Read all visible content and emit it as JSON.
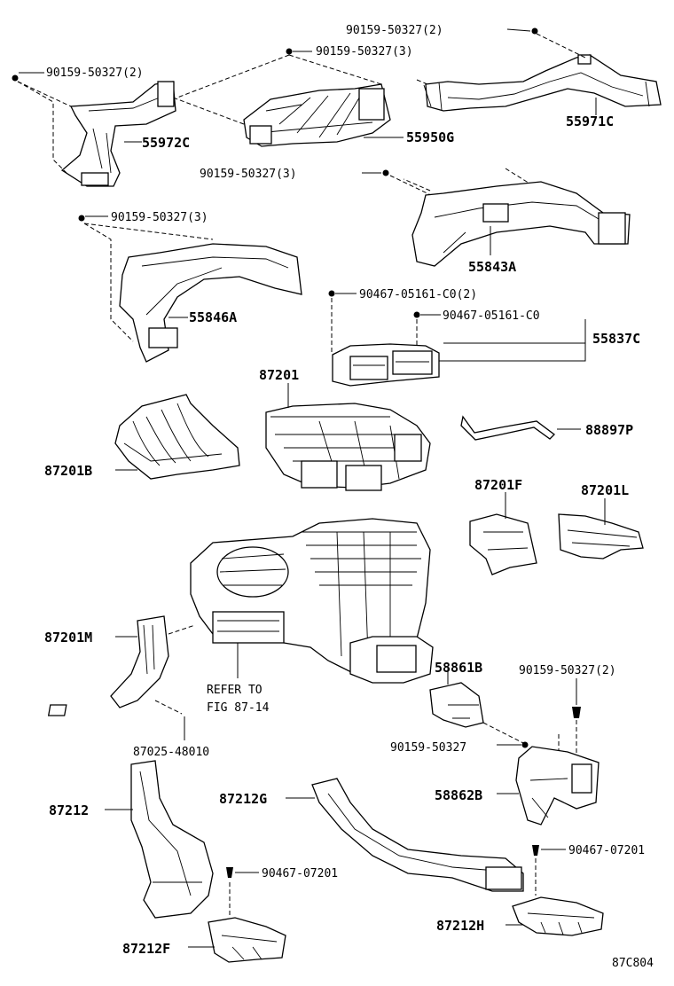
{
  "callouts": {
    "bolt_top_right": "90159-50327(2)",
    "bolt_top_mid": "90159-50327(3)",
    "bolt_top_left": "90159-50327(2)",
    "p55971C": "55971C",
    "p55972C": "55972C",
    "p55950G": "55950G",
    "bolt_mid": "90159-50327(3)",
    "bolt_left2": "90159-50327(3)",
    "p55843A": "55843A",
    "clip_a": "90467-05161-C0(2)",
    "clip_b": "90467-05161-C0",
    "p55846A": "55846A",
    "p55837C": "55837C",
    "p87201": "87201",
    "p88897P": "88897P",
    "p87201B": "87201B",
    "p87201F": "87201F",
    "p87201L": "87201L",
    "p87201M": "87201M",
    "p58861B": "58861B",
    "refer_line1": "REFER TO",
    "refer_line2": "FIG 87-14",
    "bolt_right_low": "90159-50327(2)",
    "bolt_lower": "90159-50327",
    "p87025": "87025-48010",
    "p87212": "87212",
    "p87212G": "87212G",
    "p58862B": "58862B",
    "clip_c": "90467-07201",
    "clip_d": "90467-07201",
    "p87212F": "87212F",
    "p87212H": "87212H",
    "figure_code": "87C804"
  }
}
